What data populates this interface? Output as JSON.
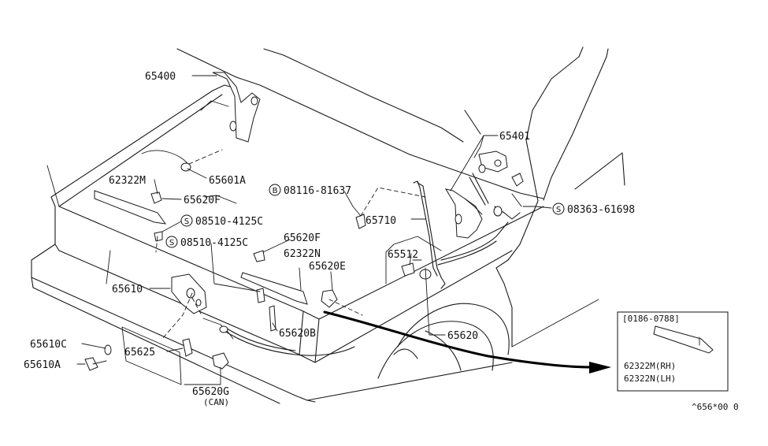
{
  "callouts": {
    "p65400": "65400",
    "p65401": "65401",
    "p62322M": "62322M",
    "p65601A": "65601A",
    "p65620F_a": "65620F",
    "p08116": "08116-81637",
    "p65710": "65710",
    "p08363": "08363-61698",
    "p08510_a": "08510-4125C",
    "p08510_b": "08510-4125C",
    "p65620F_b": "65620F",
    "p62322N": "62322N",
    "p65512": "65512",
    "p65620E": "65620E",
    "p65610": "65610",
    "p65620B": "65620B",
    "p65620": "65620",
    "p65610C": "65610C",
    "p65625": "65625",
    "p65610A": "65610A",
    "p65620G": "65620G",
    "p65620G_note": "(CAN)"
  },
  "symbols": {
    "b": "B",
    "s": "S"
  },
  "inset": {
    "date_range": "[0186-0788]",
    "line1": "62322M(RH)",
    "line2": "62322N(LH)"
  },
  "diagram_code": "^656*00 0"
}
